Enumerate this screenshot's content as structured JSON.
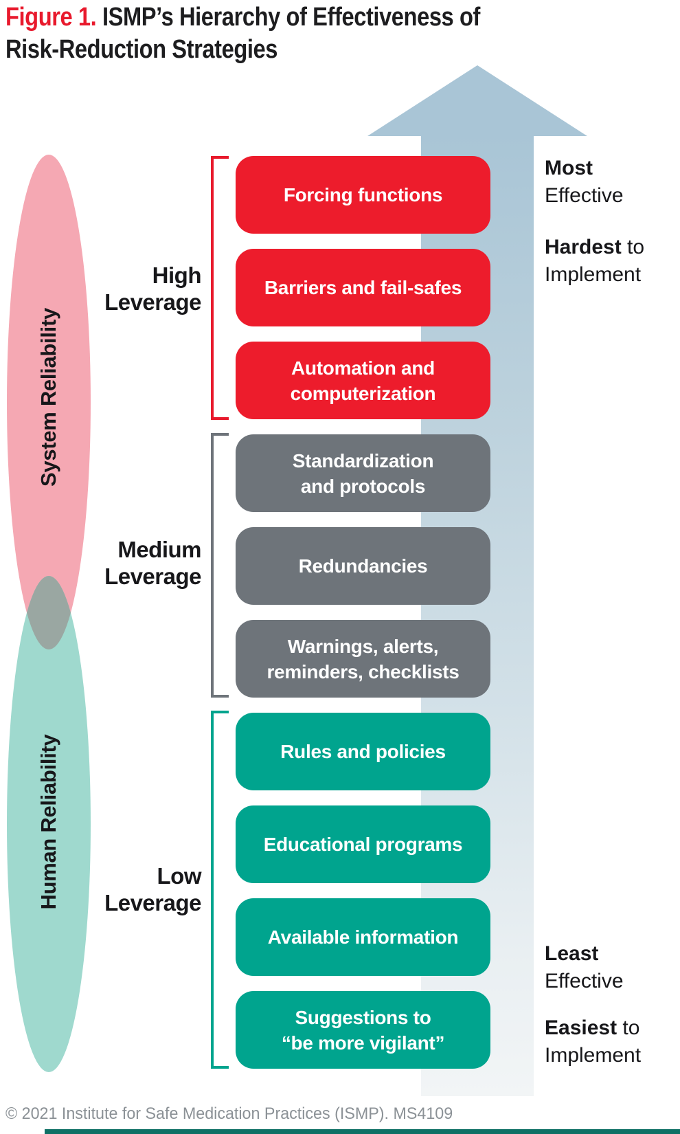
{
  "title": {
    "figure_label": "Figure 1.",
    "line1_rest": " ISMP’s Hierarchy of Effectiveness of",
    "line2": "Risk-Reduction Strategies"
  },
  "ellipses": [
    {
      "label": "System Reliability",
      "fill": "#f5a8b3"
    },
    {
      "label": "Human Reliability",
      "fill": "#9fd9ce"
    }
  ],
  "overlap_color": "#9aa7a2",
  "arrow": {
    "direction": "up",
    "color": "#a9c5d6"
  },
  "groups": [
    {
      "name": "high-leverage",
      "label_lines": [
        "High",
        "Leverage"
      ],
      "color": "#ed1c2c",
      "boxes": [
        {
          "lines": [
            "Forcing functions"
          ]
        },
        {
          "lines": [
            "Barriers and fail-safes"
          ]
        },
        {
          "lines": [
            "Automation and",
            "computerization"
          ]
        }
      ]
    },
    {
      "name": "medium-leverage",
      "label_lines": [
        "Medium",
        "Leverage"
      ],
      "color": "#6e747a",
      "boxes": [
        {
          "lines": [
            "Standardization",
            "and protocols"
          ]
        },
        {
          "lines": [
            "Redundancies"
          ]
        },
        {
          "lines": [
            "Warnings, alerts,",
            "reminders, checklists"
          ]
        }
      ]
    },
    {
      "name": "low-leverage",
      "label_lines": [
        "Low",
        "Leverage"
      ],
      "color": "#00a48e",
      "boxes": [
        {
          "lines": [
            "Rules and policies"
          ]
        },
        {
          "lines": [
            "Educational programs"
          ]
        },
        {
          "lines": [
            "Available information"
          ]
        },
        {
          "lines": [
            "Suggestions to",
            "“be more vigilant”"
          ]
        }
      ]
    }
  ],
  "annotations": {
    "most": {
      "bold": "Most",
      "rest": "",
      "line2": "Effective"
    },
    "hardest": {
      "bold": "Hardest",
      "rest": " to",
      "line2": "Implement"
    },
    "least": {
      "bold": "Least",
      "rest": "",
      "line2": "Effective"
    },
    "easiest": {
      "bold": "Easiest",
      "rest": " to",
      "line2": "Implement"
    }
  },
  "footer": {
    "text": "© 2021 Institute for Safe Medication Practices (ISMP). MS4109"
  },
  "colors": {
    "title_red": "#e8192c",
    "text_black": "#1d1d1f",
    "footer_gray": "#8b9196",
    "bottom_bar": "#0e7065"
  }
}
